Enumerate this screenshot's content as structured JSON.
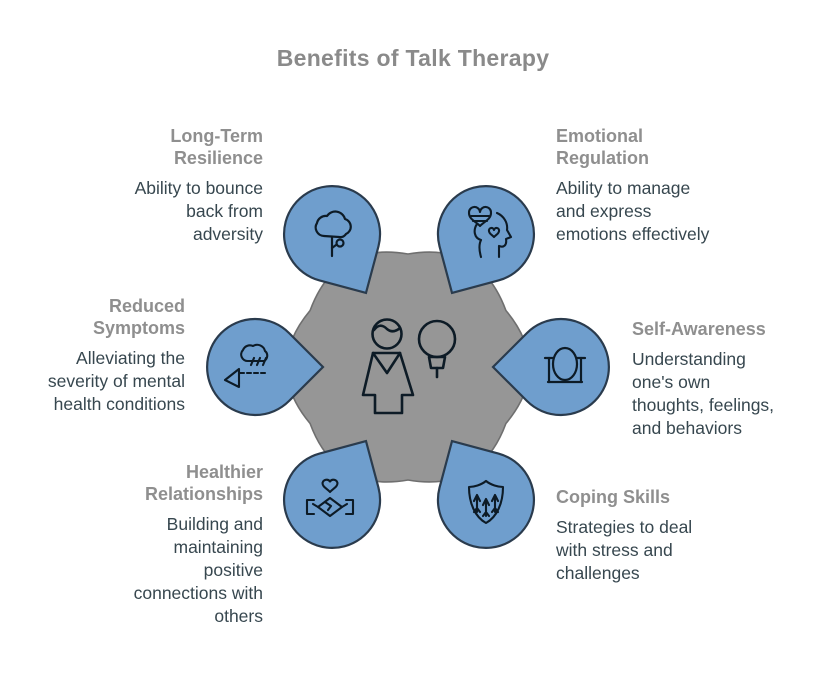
{
  "title": "Benefits of Talk Therapy",
  "colors": {
    "node_fill": "#6f9ecd",
    "node_border": "#2a3b4d",
    "center_fill": "#969696",
    "heading_text": "#8f8f8f",
    "body_text": "#37474f",
    "icon_stroke": "#0d1b26"
  },
  "center": {
    "icon": "person-and-lightbulb-icon"
  },
  "benefits": [
    {
      "id": "long-term-resilience",
      "title": "Long-Term Resilience",
      "description": "Ability to bounce back from adversity",
      "icon": "tree-icon",
      "position": "top-left"
    },
    {
      "id": "emotional-regulation",
      "title": "Emotional Regulation",
      "description": "Ability to manage and express emotions effectively",
      "icon": "head-with-hearts-icon",
      "position": "top-right"
    },
    {
      "id": "reduced-symptoms",
      "title": "Reduced Symptoms",
      "description": "Alleviating the severity of mental health conditions",
      "icon": "storm-cloud-icon",
      "position": "left"
    },
    {
      "id": "self-awareness",
      "title": "Self-Awareness",
      "description": "Understanding one's own thoughts, feelings, and behaviors",
      "icon": "mirror-icon",
      "position": "right"
    },
    {
      "id": "healthier-relationships",
      "title": "Healthier Relationships",
      "description": "Building and maintaining positive connections with others",
      "icon": "handshake-heart-icon",
      "position": "bottom-left"
    },
    {
      "id": "coping-skills",
      "title": "Coping Skills",
      "description": "Strategies to deal with stress and challenges",
      "icon": "shield-arrows-icon",
      "position": "bottom-right"
    }
  ]
}
